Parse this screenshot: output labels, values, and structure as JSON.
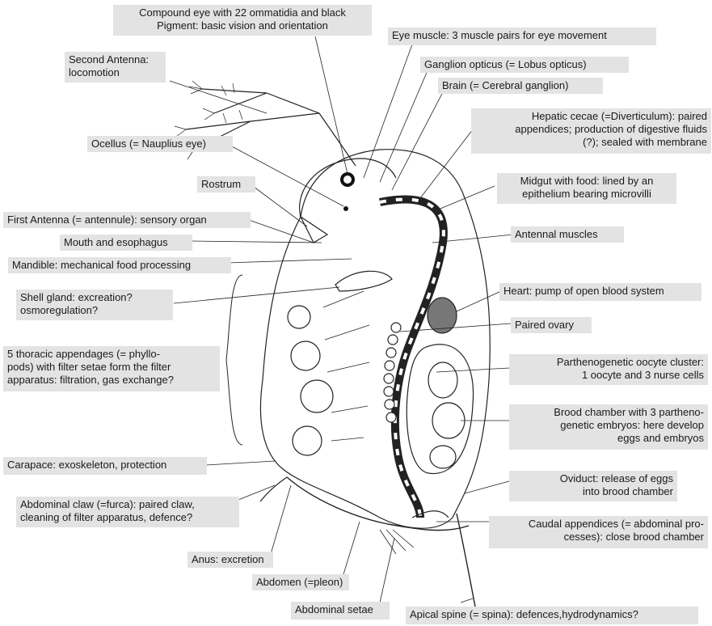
{
  "labels": {
    "compound_eye": "Compound eye with 22 ommatidia and black\nPigment: basic vision and orientation",
    "eye_muscle": "Eye muscle: 3 muscle pairs for eye movement",
    "second_antenna": "Second Antenna:\nlocomotion",
    "ganglion_opticus": "Ganglion opticus (= Lobus opticus)",
    "brain": "Brain (= Cerebral ganglion)",
    "hepatic_cecae": "Hepatic cecae (=Diverticulum): paired\nappendices; production of digestive fluids\n(?); sealed with membrane",
    "ocellus": "Ocellus (= Nauplius eye)",
    "rostrum": "Rostrum",
    "midgut": "Midgut with food: lined by an\nepithelium bearing microvilli",
    "first_antenna": "First Antenna (= antennule): sensory organ",
    "mouth": "Mouth and esophagus",
    "antennal_muscles": "Antennal muscles",
    "mandible": "Mandible: mechanical food processing",
    "shell_gland": "Shell gland: excreation?\nosmoregulation?",
    "heart": "Heart: pump of open blood system",
    "paired_ovary": "Paired ovary",
    "thoracic_appendages": "5 thoracic appendages (= phyllo-\npods) with filter setae form the filter\napparatus: filtration, gas exchange?",
    "parthenogenetic_oocyte": "Parthenogenetic oocyte cluster:\n1 oocyte and 3 nurse cells",
    "brood_chamber": "Brood chamber with 3 partheno-\ngenetic embryos: here develop\neggs and embryos",
    "carapace": "Carapace: exoskeleton, protection",
    "oviduct": "Oviduct: release of eggs\ninto brood chamber",
    "abdominal_claw": "Abdominal claw (=furca): paired claw,\ncleaning of filter apparatus, defence?",
    "caudal_appendices": "Caudal appendices (= abdominal pro-\ncesses): close brood chamber",
    "anus": "Anus: excretion",
    "abdomen": "Abdomen (=pleon)",
    "abdominal_setae": "Abdominal setae",
    "apical_spine": "Apical spine (= spina): defences,hydrodynamics?"
  },
  "colors": {
    "label_bg": "#e3e3e3",
    "ink": "#1a1a1a",
    "gut": "#222222"
  }
}
